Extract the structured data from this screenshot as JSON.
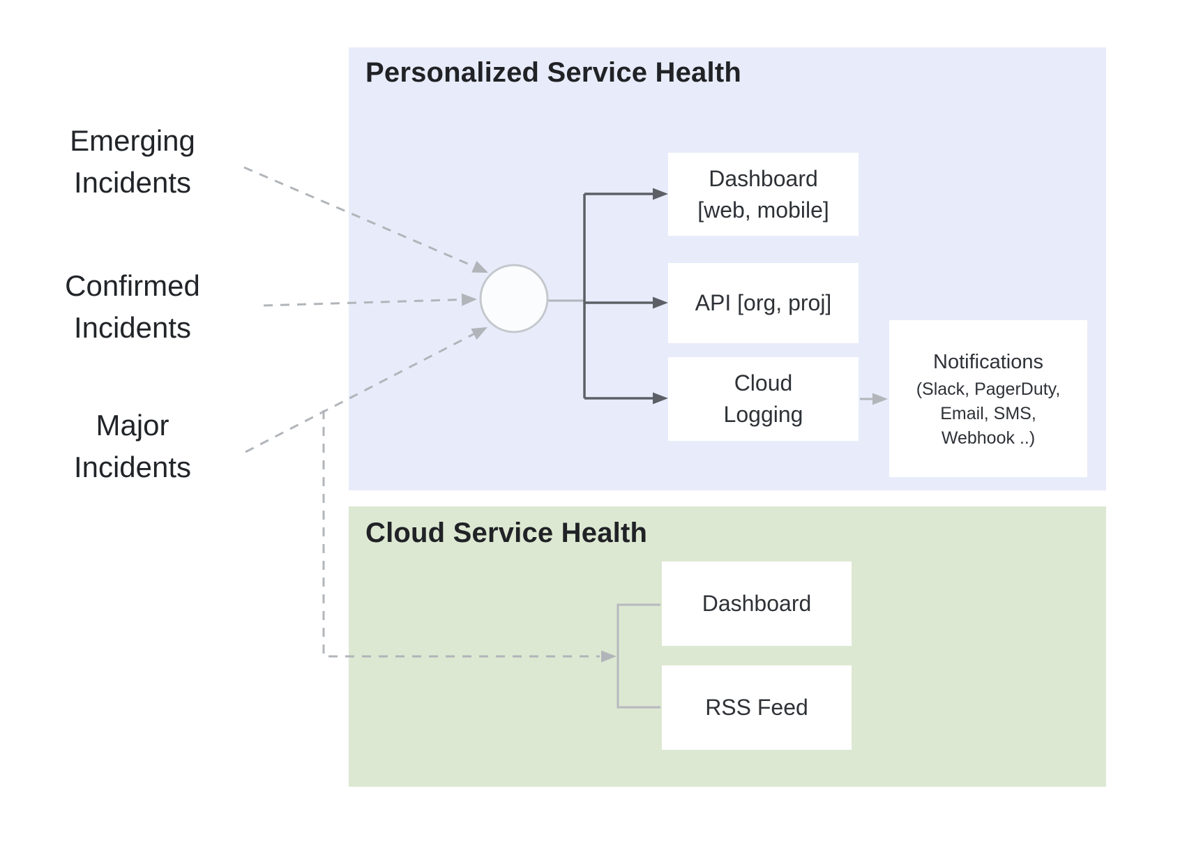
{
  "diagram": {
    "kind": "flow-diagram",
    "colors": {
      "personalized_panel_bg": "#e8ecfa",
      "cloud_panel_bg": "#dde8d2",
      "node_bg": "#ffffff",
      "text_dark": "#212428",
      "solid_connector": "#5c6066",
      "dashed_connector": "#b1b5ba"
    },
    "sources": [
      {
        "id": "emerging",
        "line1": "Emerging",
        "line2": "Incidents"
      },
      {
        "id": "confirmed",
        "line1": "Confirmed",
        "line2": "Incidents"
      },
      {
        "id": "major",
        "line1": "Major",
        "line2": "Incidents"
      }
    ],
    "personalized": {
      "title": "Personalized Service Health",
      "nodes": {
        "dashboard": {
          "lines": [
            "Dashboard",
            "[web, mobile]"
          ]
        },
        "api": {
          "lines": [
            "API [org, proj]"
          ]
        },
        "cloud_logging": {
          "lines": [
            "Cloud",
            "Logging"
          ]
        },
        "notifications": {
          "title": "Notifications",
          "lines": [
            "(Slack, PagerDuty,",
            "Email, SMS,",
            "Webhook ..)"
          ]
        }
      }
    },
    "cloud": {
      "title": "Cloud Service Health",
      "nodes": {
        "dashboard": {
          "lines": [
            "Dashboard"
          ]
        },
        "rss": {
          "lines": [
            "RSS Feed"
          ]
        }
      }
    },
    "edges": [
      {
        "from": "emerging-incidents",
        "to": "hub",
        "style": "dashed"
      },
      {
        "from": "confirmed-incidents",
        "to": "hub",
        "style": "dashed"
      },
      {
        "from": "major-incidents",
        "to": "hub",
        "style": "dashed"
      },
      {
        "from": "major-incidents",
        "to": "cloud-service-health-split",
        "style": "dashed"
      },
      {
        "from": "hub",
        "to": "dashboard-web-mobile",
        "style": "solid"
      },
      {
        "from": "hub",
        "to": "api-org-proj",
        "style": "solid"
      },
      {
        "from": "hub",
        "to": "cloud-logging",
        "style": "solid"
      },
      {
        "from": "cloud-logging",
        "to": "notifications",
        "style": "solid-gray"
      },
      {
        "from": "cloud-service-health-split",
        "to": "dashboard",
        "style": "solid-gray"
      },
      {
        "from": "cloud-service-health-split",
        "to": "rss-feed",
        "style": "solid-gray"
      }
    ]
  }
}
